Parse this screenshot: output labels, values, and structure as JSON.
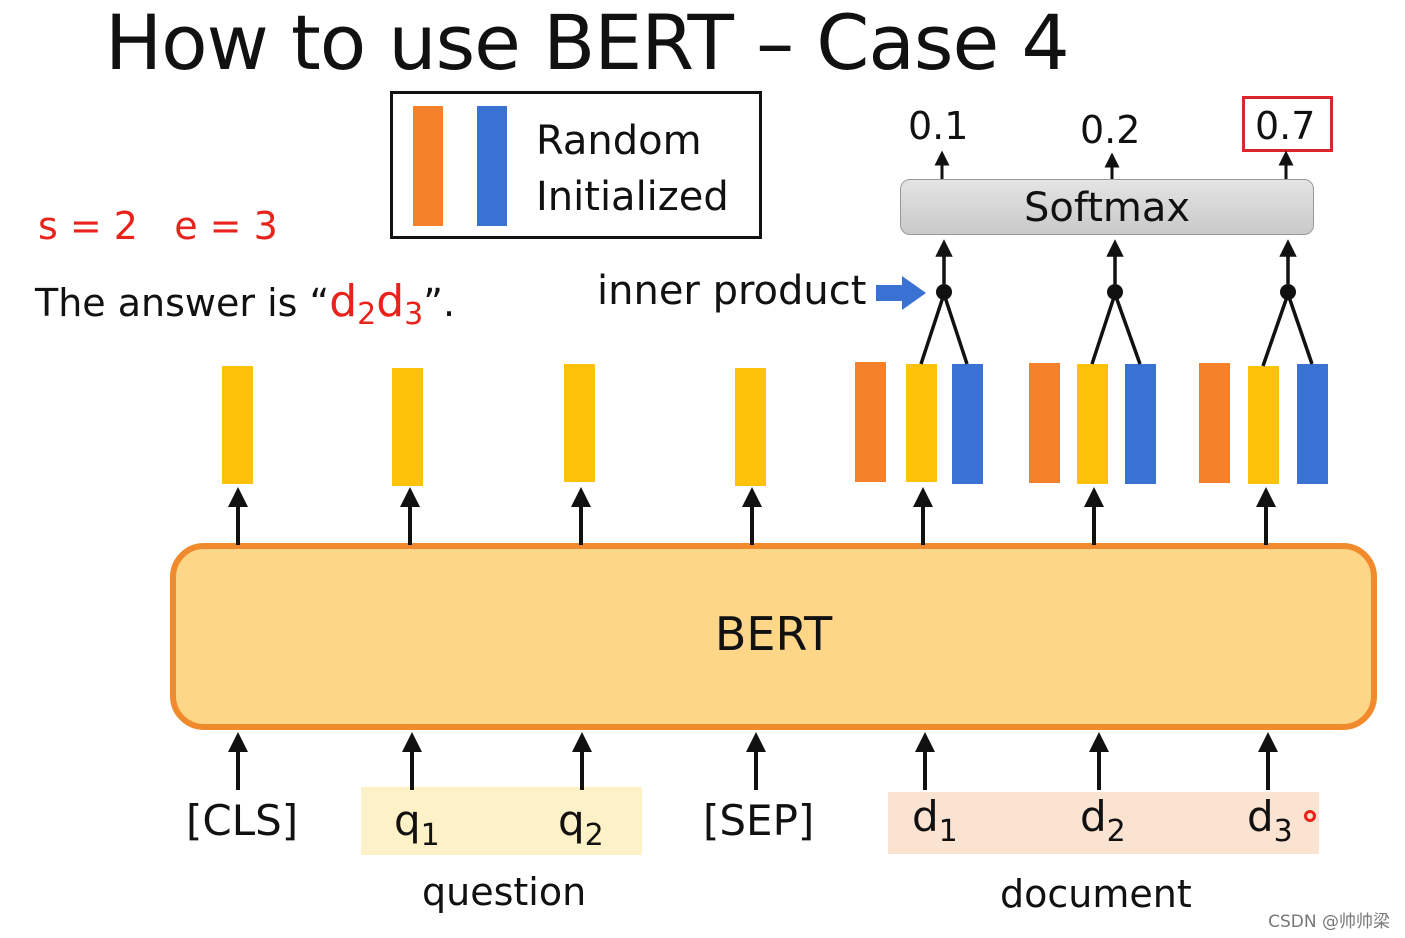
{
  "title": "How to use BERT – Case 4",
  "legend": {
    "line1": "Random",
    "line2": "Initialized"
  },
  "annotation": {
    "s_e": "s = 2   e = 3",
    "answer_prefix": "The answer is “",
    "answer_d2_base": "d",
    "answer_d2_sub": "2",
    "answer_d3_base": "d",
    "answer_d3_sub": "3",
    "answer_suffix": "”."
  },
  "inner_product_label": "inner product",
  "softmax_label": "Softmax",
  "probabilities": [
    "0.1",
    "0.2",
    "0.7"
  ],
  "bert_label": "BERT",
  "tokens": {
    "cls": "[CLS]",
    "q1_base": "q",
    "q1_sub": "1",
    "q2_base": "q",
    "q2_sub": "2",
    "sep": "[SEP]",
    "d1_base": "d",
    "d1_sub": "1",
    "d2_base": "d",
    "d2_sub": "2",
    "d3_base": "d",
    "d3_sub": "3"
  },
  "group_labels": {
    "question": "question",
    "document": "document"
  },
  "watermark": "CSDN @帅帅梁",
  "colors": {
    "orange": "#f5822a",
    "yellow": "#fec20b",
    "blue": "#3a72d4",
    "red": "#e8231b",
    "bert_fill": "#fdd688",
    "bert_border": "#f08a2c"
  }
}
